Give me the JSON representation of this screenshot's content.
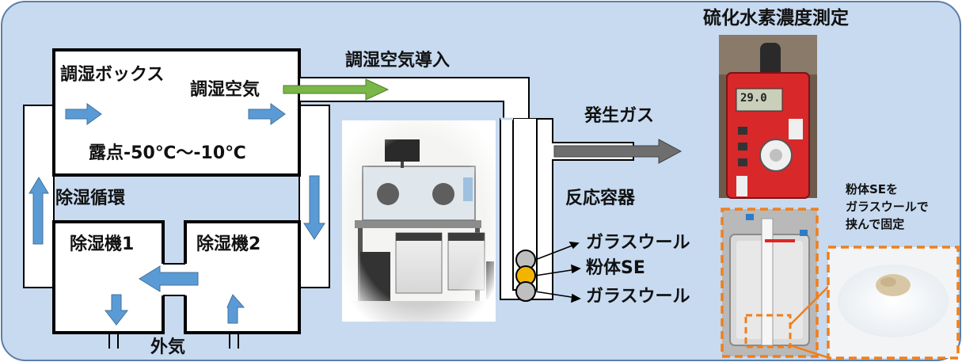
{
  "title": "硫化水素濃度測定",
  "humidity_box": {
    "label": "調湿ボックス",
    "air_label": "調湿空気",
    "dew_point": "露点-50℃～-10℃"
  },
  "circulation_label": "除湿循環",
  "dehumidifier_1": "除湿機1",
  "dehumidifier_2": "除湿機2",
  "outside_air": "外気",
  "air_inlet": "調湿空気導入",
  "generated_gas": "発生ガス",
  "reaction_vessel": "反応容器",
  "layers": [
    "ガラスウール",
    "粉体SE",
    "ガラスウール"
  ],
  "meter_reading": "29.0",
  "note": [
    "粉体SEを",
    "ガラスウールで",
    "挟んで固定"
  ],
  "colors": {
    "panel_bg": "#c7daf0",
    "panel_border": "#5b7fa8",
    "flow_arrow": "#5b9bd5",
    "air_arrow": "#7ab648",
    "gas_arrow": "#6e6e6e",
    "highlight_box": "#f07f1b",
    "powder": "#f2b400"
  }
}
